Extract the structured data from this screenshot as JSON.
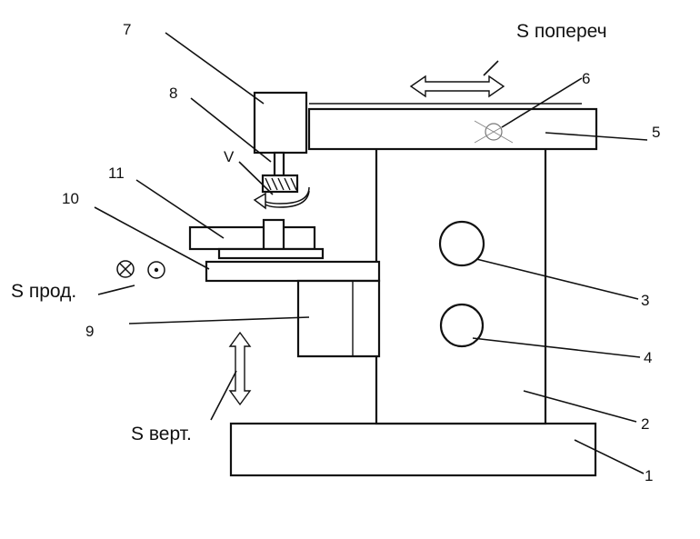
{
  "diagram": {
    "labels": {
      "n1": "1",
      "n2": "2",
      "n3": "3",
      "n4": "4",
      "n5": "5",
      "n6": "6",
      "n7": "7",
      "n8": "8",
      "n9": "9",
      "n10": "10",
      "n11": "11",
      "v": "V",
      "s_cross": "S попереч",
      "s_long": "S прод.",
      "s_vert": "S верт."
    },
    "colors": {
      "line": "#111111",
      "background": "#ffffff"
    },
    "icons": {
      "into_page": "circled-times-icon",
      "out_of_page": "circled-dot-icon"
    }
  }
}
